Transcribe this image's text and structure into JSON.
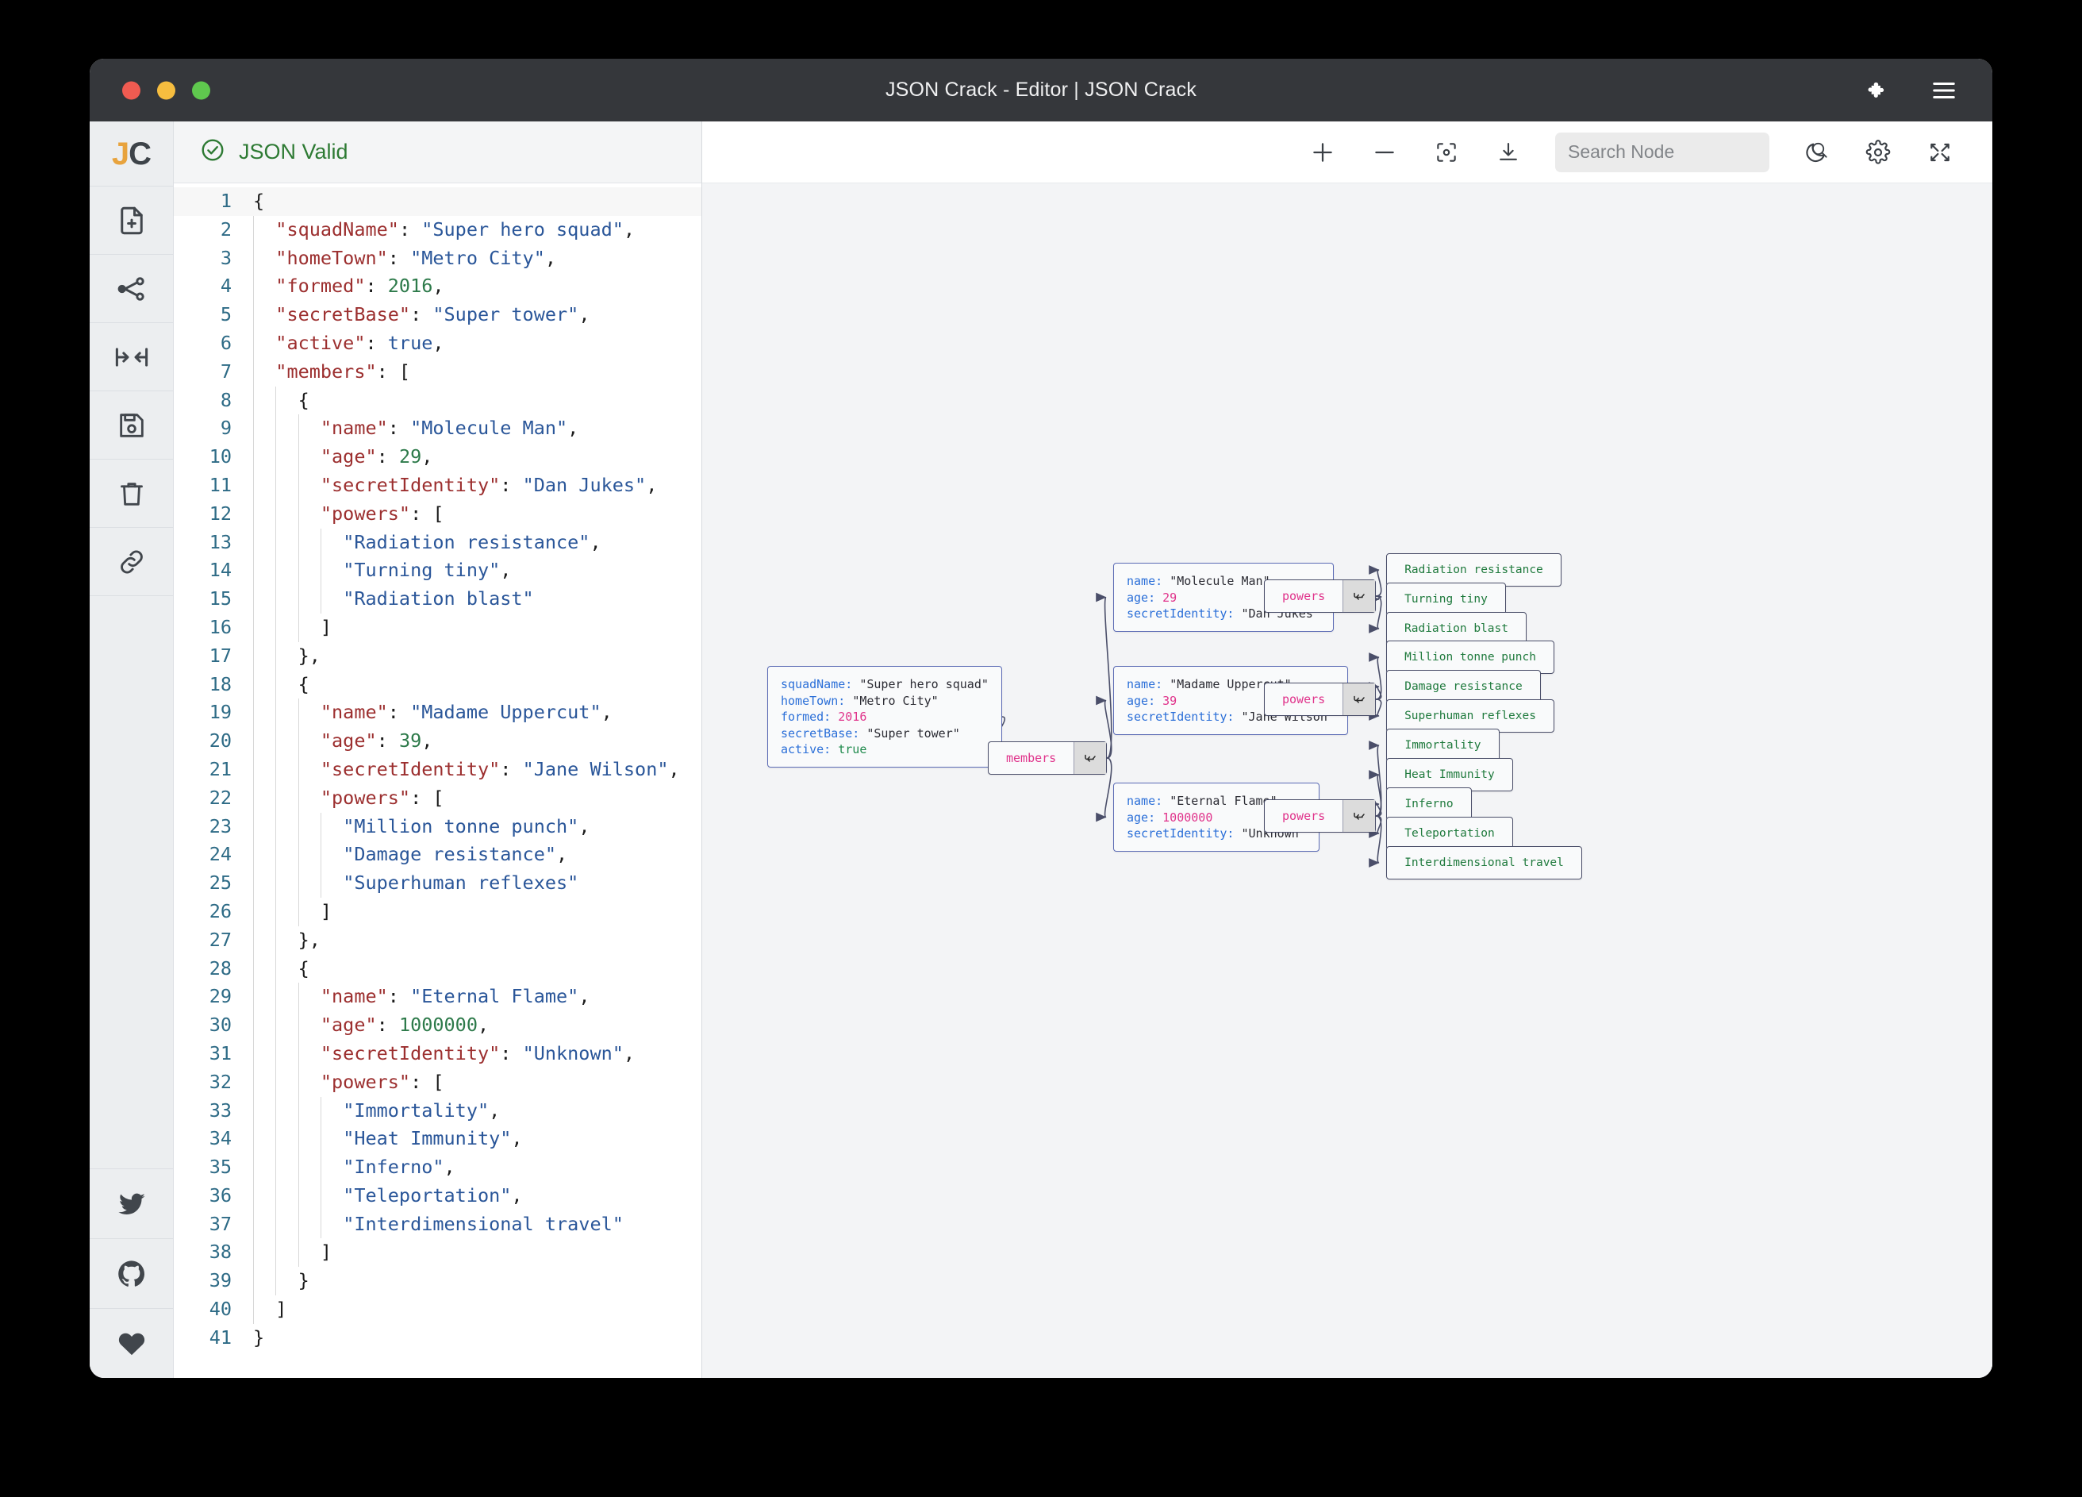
{
  "window": {
    "title": "JSON Crack - Editor | JSON Crack",
    "traffic_lights": [
      "close",
      "minimize",
      "maximize"
    ],
    "right_icons": [
      "puzzle-piece-icon",
      "hamburger-menu-icon"
    ]
  },
  "rail": {
    "logo": {
      "j": "J",
      "c": "C"
    },
    "items": [
      {
        "name": "new-file-icon",
        "label": "Import / New File"
      },
      {
        "name": "graph-share-icon",
        "label": "Graph View"
      },
      {
        "name": "collapse-horizontal-icon",
        "label": "Collapse"
      },
      {
        "name": "save-floppy-icon",
        "label": "Save"
      },
      {
        "name": "trash-icon",
        "label": "Clear"
      },
      {
        "name": "link-icon",
        "label": "Share Link"
      }
    ],
    "social": [
      {
        "name": "twitter-icon",
        "label": "Twitter"
      },
      {
        "name": "github-icon",
        "label": "GitHub"
      },
      {
        "name": "heart-icon",
        "label": "Sponsor"
      }
    ]
  },
  "editor": {
    "status": {
      "text": "JSON Valid",
      "icon": "check-circle-icon",
      "color": "#2d7a33"
    },
    "lines": [
      {
        "n": 1,
        "indent": 0,
        "tokens": [
          {
            "t": "punc",
            "v": "{"
          }
        ]
      },
      {
        "n": 2,
        "indent": 1,
        "tokens": [
          {
            "t": "key",
            "v": "\"squadName\""
          },
          {
            "t": "punc",
            "v": ": "
          },
          {
            "t": "str",
            "v": "\"Super hero squad\""
          },
          {
            "t": "punc",
            "v": ","
          }
        ]
      },
      {
        "n": 3,
        "indent": 1,
        "tokens": [
          {
            "t": "key",
            "v": "\"homeTown\""
          },
          {
            "t": "punc",
            "v": ": "
          },
          {
            "t": "str",
            "v": "\"Metro City\""
          },
          {
            "t": "punc",
            "v": ","
          }
        ]
      },
      {
        "n": 4,
        "indent": 1,
        "tokens": [
          {
            "t": "key",
            "v": "\"formed\""
          },
          {
            "t": "punc",
            "v": ": "
          },
          {
            "t": "num",
            "v": "2016"
          },
          {
            "t": "punc",
            "v": ","
          }
        ]
      },
      {
        "n": 5,
        "indent": 1,
        "tokens": [
          {
            "t": "key",
            "v": "\"secretBase\""
          },
          {
            "t": "punc",
            "v": ": "
          },
          {
            "t": "str",
            "v": "\"Super tower\""
          },
          {
            "t": "punc",
            "v": ","
          }
        ]
      },
      {
        "n": 6,
        "indent": 1,
        "tokens": [
          {
            "t": "key",
            "v": "\"active\""
          },
          {
            "t": "punc",
            "v": ": "
          },
          {
            "t": "bool",
            "v": "true"
          },
          {
            "t": "punc",
            "v": ","
          }
        ]
      },
      {
        "n": 7,
        "indent": 1,
        "tokens": [
          {
            "t": "key",
            "v": "\"members\""
          },
          {
            "t": "punc",
            "v": ": ["
          }
        ]
      },
      {
        "n": 8,
        "indent": 2,
        "tokens": [
          {
            "t": "punc",
            "v": "{"
          }
        ]
      },
      {
        "n": 9,
        "indent": 3,
        "tokens": [
          {
            "t": "key",
            "v": "\"name\""
          },
          {
            "t": "punc",
            "v": ": "
          },
          {
            "t": "str",
            "v": "\"Molecule Man\""
          },
          {
            "t": "punc",
            "v": ","
          }
        ]
      },
      {
        "n": 10,
        "indent": 3,
        "tokens": [
          {
            "t": "key",
            "v": "\"age\""
          },
          {
            "t": "punc",
            "v": ": "
          },
          {
            "t": "num",
            "v": "29"
          },
          {
            "t": "punc",
            "v": ","
          }
        ]
      },
      {
        "n": 11,
        "indent": 3,
        "tokens": [
          {
            "t": "key",
            "v": "\"secretIdentity\""
          },
          {
            "t": "punc",
            "v": ": "
          },
          {
            "t": "str",
            "v": "\"Dan Jukes\""
          },
          {
            "t": "punc",
            "v": ","
          }
        ]
      },
      {
        "n": 12,
        "indent": 3,
        "tokens": [
          {
            "t": "key",
            "v": "\"powers\""
          },
          {
            "t": "punc",
            "v": ": ["
          }
        ]
      },
      {
        "n": 13,
        "indent": 4,
        "tokens": [
          {
            "t": "str",
            "v": "\"Radiation resistance\""
          },
          {
            "t": "punc",
            "v": ","
          }
        ]
      },
      {
        "n": 14,
        "indent": 4,
        "tokens": [
          {
            "t": "str",
            "v": "\"Turning tiny\""
          },
          {
            "t": "punc",
            "v": ","
          }
        ]
      },
      {
        "n": 15,
        "indent": 4,
        "tokens": [
          {
            "t": "str",
            "v": "\"Radiation blast\""
          }
        ]
      },
      {
        "n": 16,
        "indent": 3,
        "tokens": [
          {
            "t": "punc",
            "v": "]"
          }
        ]
      },
      {
        "n": 17,
        "indent": 2,
        "tokens": [
          {
            "t": "punc",
            "v": "},"
          }
        ]
      },
      {
        "n": 18,
        "indent": 2,
        "tokens": [
          {
            "t": "punc",
            "v": "{"
          }
        ]
      },
      {
        "n": 19,
        "indent": 3,
        "tokens": [
          {
            "t": "key",
            "v": "\"name\""
          },
          {
            "t": "punc",
            "v": ": "
          },
          {
            "t": "str",
            "v": "\"Madame Uppercut\""
          },
          {
            "t": "punc",
            "v": ","
          }
        ]
      },
      {
        "n": 20,
        "indent": 3,
        "tokens": [
          {
            "t": "key",
            "v": "\"age\""
          },
          {
            "t": "punc",
            "v": ": "
          },
          {
            "t": "num",
            "v": "39"
          },
          {
            "t": "punc",
            "v": ","
          }
        ]
      },
      {
        "n": 21,
        "indent": 3,
        "tokens": [
          {
            "t": "key",
            "v": "\"secretIdentity\""
          },
          {
            "t": "punc",
            "v": ": "
          },
          {
            "t": "str",
            "v": "\"Jane Wilson\""
          },
          {
            "t": "punc",
            "v": ","
          }
        ]
      },
      {
        "n": 22,
        "indent": 3,
        "tokens": [
          {
            "t": "key",
            "v": "\"powers\""
          },
          {
            "t": "punc",
            "v": ": ["
          }
        ]
      },
      {
        "n": 23,
        "indent": 4,
        "tokens": [
          {
            "t": "str",
            "v": "\"Million tonne punch\""
          },
          {
            "t": "punc",
            "v": ","
          }
        ]
      },
      {
        "n": 24,
        "indent": 4,
        "tokens": [
          {
            "t": "str",
            "v": "\"Damage resistance\""
          },
          {
            "t": "punc",
            "v": ","
          }
        ]
      },
      {
        "n": 25,
        "indent": 4,
        "tokens": [
          {
            "t": "str",
            "v": "\"Superhuman reflexes\""
          }
        ]
      },
      {
        "n": 26,
        "indent": 3,
        "tokens": [
          {
            "t": "punc",
            "v": "]"
          }
        ]
      },
      {
        "n": 27,
        "indent": 2,
        "tokens": [
          {
            "t": "punc",
            "v": "},"
          }
        ]
      },
      {
        "n": 28,
        "indent": 2,
        "tokens": [
          {
            "t": "punc",
            "v": "{"
          }
        ]
      },
      {
        "n": 29,
        "indent": 3,
        "tokens": [
          {
            "t": "key",
            "v": "\"name\""
          },
          {
            "t": "punc",
            "v": ": "
          },
          {
            "t": "str",
            "v": "\"Eternal Flame\""
          },
          {
            "t": "punc",
            "v": ","
          }
        ]
      },
      {
        "n": 30,
        "indent": 3,
        "tokens": [
          {
            "t": "key",
            "v": "\"age\""
          },
          {
            "t": "punc",
            "v": ": "
          },
          {
            "t": "num",
            "v": "1000000"
          },
          {
            "t": "punc",
            "v": ","
          }
        ]
      },
      {
        "n": 31,
        "indent": 3,
        "tokens": [
          {
            "t": "key",
            "v": "\"secretIdentity\""
          },
          {
            "t": "punc",
            "v": ": "
          },
          {
            "t": "str",
            "v": "\"Unknown\""
          },
          {
            "t": "punc",
            "v": ","
          }
        ]
      },
      {
        "n": 32,
        "indent": 3,
        "tokens": [
          {
            "t": "key",
            "v": "\"powers\""
          },
          {
            "t": "punc",
            "v": ": ["
          }
        ]
      },
      {
        "n": 33,
        "indent": 4,
        "tokens": [
          {
            "t": "str",
            "v": "\"Immortality\""
          },
          {
            "t": "punc",
            "v": ","
          }
        ]
      },
      {
        "n": 34,
        "indent": 4,
        "tokens": [
          {
            "t": "str",
            "v": "\"Heat Immunity\""
          },
          {
            "t": "punc",
            "v": ","
          }
        ]
      },
      {
        "n": 35,
        "indent": 4,
        "tokens": [
          {
            "t": "str",
            "v": "\"Inferno\""
          },
          {
            "t": "punc",
            "v": ","
          }
        ]
      },
      {
        "n": 36,
        "indent": 4,
        "tokens": [
          {
            "t": "str",
            "v": "\"Teleportation\""
          },
          {
            "t": "punc",
            "v": ","
          }
        ]
      },
      {
        "n": 37,
        "indent": 4,
        "tokens": [
          {
            "t": "str",
            "v": "\"Interdimensional travel\""
          }
        ]
      },
      {
        "n": 38,
        "indent": 3,
        "tokens": [
          {
            "t": "punc",
            "v": "]"
          }
        ]
      },
      {
        "n": 39,
        "indent": 2,
        "tokens": [
          {
            "t": "punc",
            "v": "}"
          }
        ]
      },
      {
        "n": 40,
        "indent": 1,
        "tokens": [
          {
            "t": "punc",
            "v": "]"
          }
        ]
      },
      {
        "n": 41,
        "indent": 0,
        "tokens": [
          {
            "t": "punc",
            "v": "}"
          }
        ]
      }
    ]
  },
  "toolbar": {
    "zoom_in": "zoom-in-icon",
    "zoom_out": "zoom-out-icon",
    "center": "center-view-icon",
    "download": "download-icon",
    "search_placeholder": "Search Node",
    "search_value": "",
    "search_icon": "magnifier-icon",
    "theme_toggle": "moon-icon",
    "settings": "gear-icon",
    "fullscreen": "fullscreen-icon"
  },
  "graph": {
    "root": {
      "rows": [
        {
          "key": "squadName",
          "value": "\"Super hero squad\"",
          "type": "string"
        },
        {
          "key": "homeTown",
          "value": "\"Metro City\"",
          "type": "string"
        },
        {
          "key": "formed",
          "value": "2016",
          "type": "number"
        },
        {
          "key": "secretBase",
          "value": "\"Super tower\"",
          "type": "string"
        },
        {
          "key": "active",
          "value": "true",
          "type": "boolean"
        }
      ]
    },
    "members_label": "members",
    "members": [
      {
        "rows": [
          {
            "key": "name",
            "value": "\"Molecule Man\"",
            "type": "string"
          },
          {
            "key": "age",
            "value": "29",
            "type": "number"
          },
          {
            "key": "secretIdentity",
            "value": "\"Dan Jukes\"",
            "type": "string"
          }
        ],
        "powers_label": "powers",
        "powers": [
          "Radiation resistance",
          "Turning tiny",
          "Radiation blast"
        ]
      },
      {
        "rows": [
          {
            "key": "name",
            "value": "\"Madame Uppercut\"",
            "type": "string"
          },
          {
            "key": "age",
            "value": "39",
            "type": "number"
          },
          {
            "key": "secretIdentity",
            "value": "\"Jane Wilson\"",
            "type": "string"
          }
        ],
        "powers_label": "powers",
        "powers": [
          "Million tonne punch",
          "Damage resistance",
          "Superhuman reflexes"
        ]
      },
      {
        "rows": [
          {
            "key": "name",
            "value": "\"Eternal Flame\"",
            "type": "string"
          },
          {
            "key": "age",
            "value": "1000000",
            "type": "number"
          },
          {
            "key": "secretIdentity",
            "value": "\"Unknown\"",
            "type": "string"
          }
        ],
        "powers_label": "powers",
        "powers": [
          "Immortality",
          "Heat Immunity",
          "Inferno",
          "Teleportation",
          "Interdimensional travel"
        ]
      }
    ],
    "collapse_glyph": "⤵"
  },
  "colors": {
    "valid_green": "#2d7a33",
    "node_key_blue": "#2b6fd8",
    "node_number_pink": "#e0338b",
    "node_bool_green": "#1f8a4c",
    "node_leaf_green": "#1f7a3d",
    "parent_label_pink": "#e0338b",
    "titlebar": "#35373b",
    "canvas_bg": "#f3f4f6",
    "logo_orange": "#e8a33d"
  }
}
